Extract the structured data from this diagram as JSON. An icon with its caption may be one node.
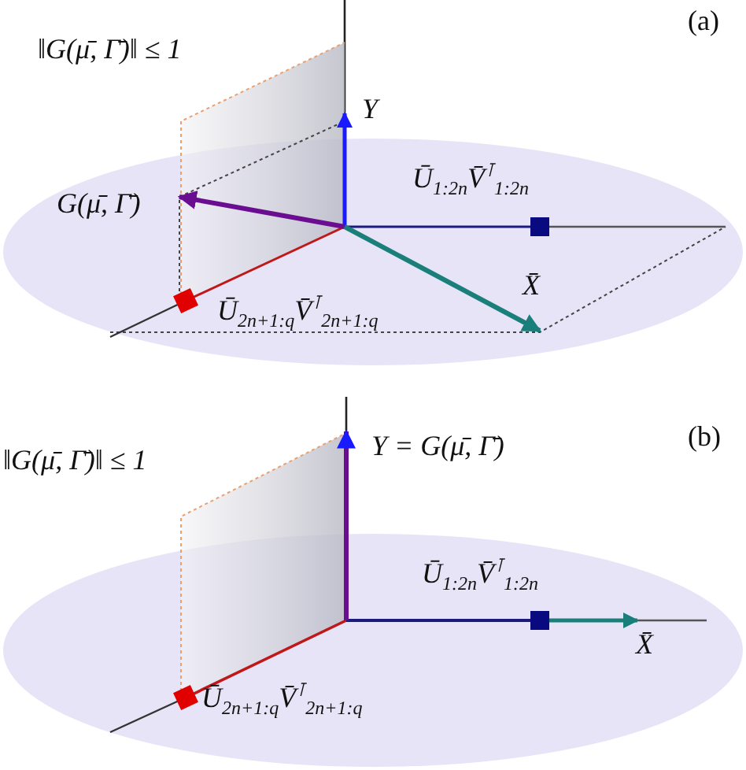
{
  "diagram": {
    "labels": [
      "(a)",
      "‖G(μ̄, Γ̄)‖ ≤ 1",
      "Y",
      "Ū$_{1:2n}$V̄$^{⊺}$$_{1:2n}$",
      "G(μ̄, Γ̄)",
      "X̄",
      "Ū$_{2n+1:q}$V̄$^{⊺}$$_{2n+1:q}$",
      "‖G(μ̄, Γ̄)‖ ≤ 1",
      "(b)",
      "Y = G(μ̄, Γ̄)",
      "Ū$_{1:2n}$V̄$^{⊺}$$_{1:2n}$",
      "X̄",
      "Ū$_{2n+1:q}$V̄$^{⊺}$$_{2n+1:q}$"
    ]
  }
}
